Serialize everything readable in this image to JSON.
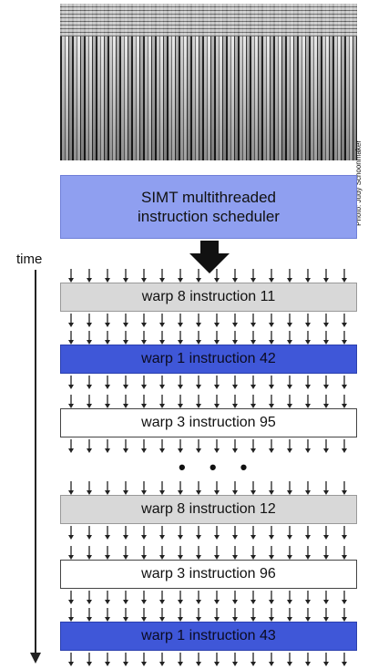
{
  "photo": {
    "credit": "Photo: Judy Schoonmaker"
  },
  "scheduler": {
    "line1": "SIMT multithreaded",
    "line2": "instruction scheduler",
    "color": "#8f9ff0"
  },
  "time_label": "time",
  "ellipsis": "• • •",
  "warps": [
    {
      "label": "warp 8 instruction 11",
      "shade": "gray"
    },
    {
      "label": "warp 1 instruction 42",
      "shade": "blue"
    },
    {
      "label": "warp 3 instruction 95",
      "shade": "white"
    },
    {
      "label": "warp 8 instruction 12",
      "shade": "gray"
    },
    {
      "label": "warp 3 instruction 96",
      "shade": "white"
    },
    {
      "label": "warp 1 instruction 43",
      "shade": "blue"
    }
  ],
  "colors": {
    "blue_box": "#3f57d8",
    "gray_box": "#d8d8d8",
    "scheduler_box": "#8f9ff0"
  }
}
